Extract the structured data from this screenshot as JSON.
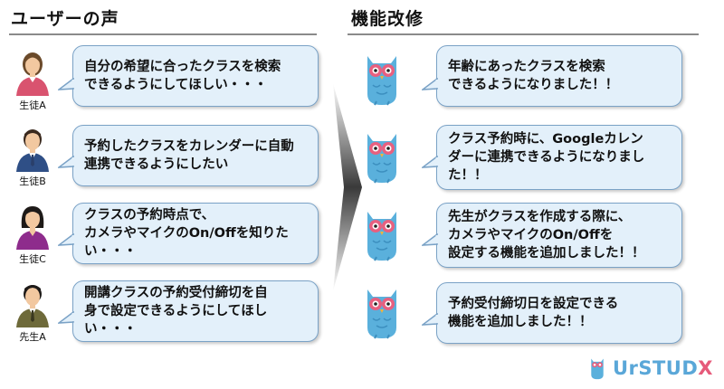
{
  "headers": {
    "left": "ユーザーの声",
    "right": "機能改修"
  },
  "users": [
    {
      "label": "生徒A",
      "lines": [
        "自分の希望に合ったクラスを検索",
        "できるようにしてほしい・・・"
      ]
    },
    {
      "label": "生徒B",
      "lines": [
        "予約したクラスをカレンダーに自動",
        "連携できるようにしたい"
      ]
    },
    {
      "label": "生徒C",
      "lines": [
        "クラスの予約時点で、",
        "カメラやマイクのOn/Offを知りた",
        "い・・・"
      ]
    },
    {
      "label": "先生A",
      "lines": [
        "開講クラスの予約受付締切を自",
        "身で設定できるようにしてほし",
        "い・・・"
      ]
    }
  ],
  "features": [
    {
      "lines": [
        "年齢にあったクラスを検索",
        "できるようになりました！！"
      ]
    },
    {
      "lines": [
        "クラス予約時に、Googleカレン",
        "ダーに連携できるようになりまし",
        "た！！"
      ]
    },
    {
      "lines": [
        "先生がクラスを作成する際に、",
        "カメラやマイクのOn/Offを",
        "設定する機能を追加しました！！"
      ]
    },
    {
      "lines": [
        "予約受付締切日を設定できる",
        "機能を追加しました！！"
      ]
    }
  ],
  "logo": {
    "brand": "UrSTUD",
    "accent": "X"
  },
  "colors": {
    "bubble_fill": "#e3f0fa",
    "bubble_border": "#7aa2c6",
    "owl_blue": "#5ab0dc",
    "owl_pink": "#e8607f",
    "arrow": "#3a3a3a"
  },
  "icons": {
    "user_icon": "person-avatar-icon",
    "owl_icon": "owl-mascot-icon"
  }
}
